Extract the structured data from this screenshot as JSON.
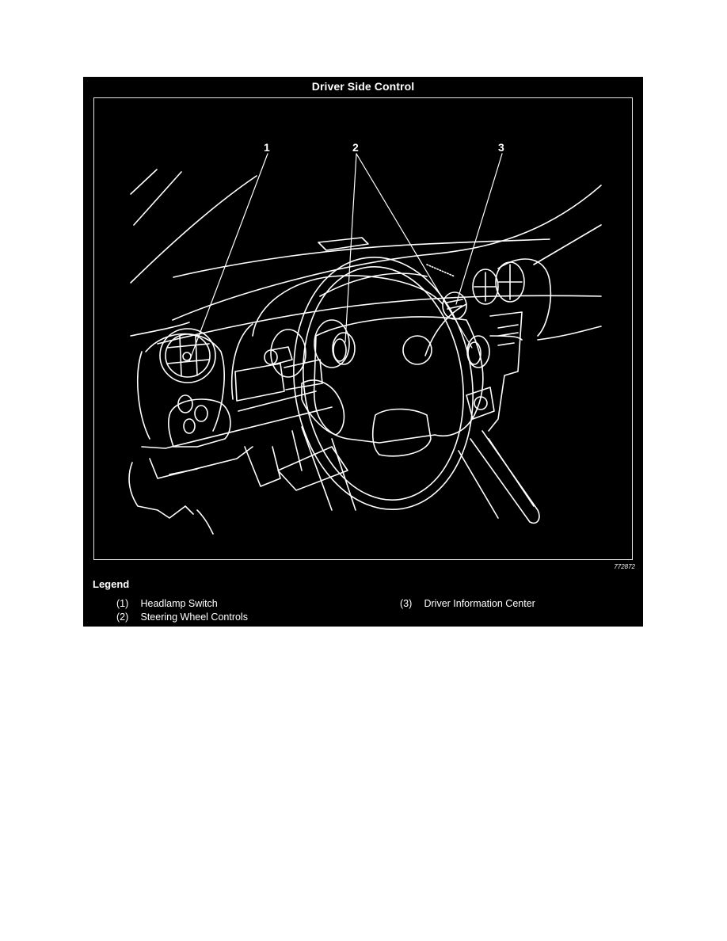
{
  "figure": {
    "title": "Driver Side Control",
    "figure_id": "772872",
    "colors": {
      "background": "#000000",
      "lines": "#ffffff",
      "page": "#ffffff"
    },
    "callouts": [
      {
        "label": "1",
        "target": "headlamp switch"
      },
      {
        "label": "2",
        "target": "steering wheel controls (left and right)"
      },
      {
        "label": "3",
        "target": "driver information center"
      }
    ]
  },
  "legend": {
    "title": "Legend",
    "items": [
      {
        "number": "(1)",
        "label": "Headlamp Switch"
      },
      {
        "number": "(2)",
        "label": "Steering Wheel Controls"
      },
      {
        "number": "(3)",
        "label": "Driver Information Center"
      }
    ]
  }
}
